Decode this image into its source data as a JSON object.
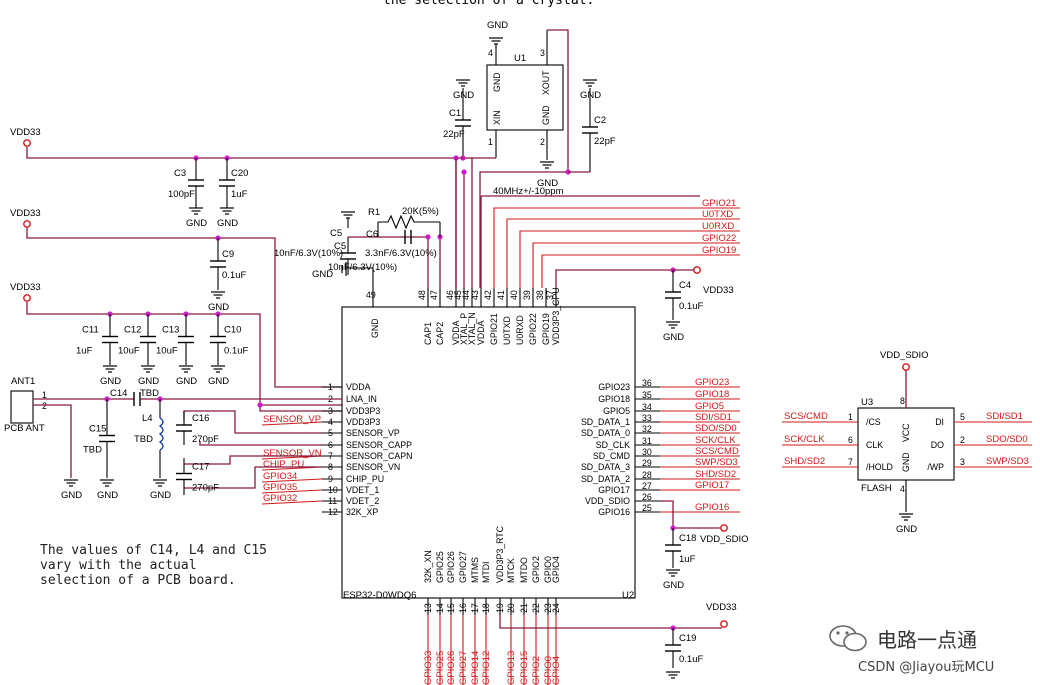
{
  "header_note": "the selection of a crystal.",
  "supplies": {
    "vdd33": "VDD33",
    "vdd_sdio": "VDD_SDIO",
    "gnd": "GND"
  },
  "crystal": {
    "ref": "U1",
    "pins": [
      "GND",
      "XOUT",
      "XIN",
      "GND"
    ],
    "pin_nums": [
      "4",
      "3",
      "1",
      "2"
    ],
    "spec": "40MHz+/-10ppm"
  },
  "caps": {
    "c1": {
      "ref": "C1",
      "value": "22pF"
    },
    "c2": {
      "ref": "C2",
      "value": "22pF"
    },
    "c3": {
      "ref": "C3",
      "value": "100pF"
    },
    "c20": {
      "ref": "C20",
      "value": "1uF"
    },
    "c9": {
      "ref": "C9",
      "value": "0.1uF"
    },
    "c11": {
      "ref": "C11",
      "value": "1uF"
    },
    "c12": {
      "ref": "C12",
      "value": "10uF"
    },
    "c13": {
      "ref": "C13",
      "value": "10uF"
    },
    "c10": {
      "ref": "C10",
      "value": "0.1uF"
    },
    "c5": {
      "ref": "C5",
      "value": "10nF/6.3V(10%)"
    },
    "c6": {
      "ref": "C6",
      "value": "3.3nF/6.3V(10%)"
    },
    "c4": {
      "ref": "C4",
      "value": "0.1uF"
    },
    "c14": {
      "ref": "C14",
      "value": "TBD"
    },
    "c15": {
      "ref": "C15",
      "value": "TBD"
    },
    "c16": {
      "ref": "C16",
      "value": "270pF"
    },
    "c17": {
      "ref": "C17",
      "value": "270pF"
    },
    "c18": {
      "ref": "C18",
      "value": "1uF"
    },
    "c19": {
      "ref": "C19",
      "value": "0.1uF"
    }
  },
  "resistor": {
    "ref": "R1",
    "value": "20K(5%)"
  },
  "inductor": {
    "ref": "L4",
    "value": "TBD"
  },
  "antenna": {
    "ref": "ANT1",
    "label": "PCB ANT",
    "pins": [
      "1",
      "2"
    ]
  },
  "esp32": {
    "part": "ESP32-D0WDQ6",
    "ref": "U2",
    "gnd_pin": {
      "num": "49",
      "name": "GND"
    },
    "top_pins": [
      {
        "num": "48",
        "name": "CAP1"
      },
      {
        "num": "47",
        "name": "CAP2"
      },
      {
        "num": "46",
        "name": "VDDA"
      },
      {
        "num": "45",
        "name": "XTAL_P"
      },
      {
        "num": "44",
        "name": "XTAL_N"
      },
      {
        "num": "43",
        "name": "VDDA"
      },
      {
        "num": "42",
        "name": "GPIO21"
      },
      {
        "num": "41",
        "name": "U0TXD"
      },
      {
        "num": "40",
        "name": "U0RXD"
      },
      {
        "num": "39",
        "name": "GPIO22"
      },
      {
        "num": "38",
        "name": "GPIO19"
      },
      {
        "num": "37",
        "name": "VDD3P3_CPU"
      }
    ],
    "left_pins": [
      {
        "num": "1",
        "name": "VDDA"
      },
      {
        "num": "2",
        "name": "LNA_IN"
      },
      {
        "num": "3",
        "name": "VDD3P3"
      },
      {
        "num": "4",
        "name": "VDD3P3"
      },
      {
        "num": "5",
        "name": "SENSOR_VP"
      },
      {
        "num": "6",
        "name": "SENSOR_CAPP"
      },
      {
        "num": "7",
        "name": "SENSOR_CAPN"
      },
      {
        "num": "8",
        "name": "SENSOR_VN"
      },
      {
        "num": "9",
        "name": "CHIP_PU"
      },
      {
        "num": "10",
        "name": "VDET_1"
      },
      {
        "num": "11",
        "name": "VDET_2"
      },
      {
        "num": "12",
        "name": "32K_XP"
      }
    ],
    "right_pins": [
      {
        "num": "36",
        "name": "GPIO23"
      },
      {
        "num": "35",
        "name": "GPIO18"
      },
      {
        "num": "34",
        "name": "GPIO5"
      },
      {
        "num": "33",
        "name": "SD_DATA_1"
      },
      {
        "num": "32",
        "name": "SD_DATA_0"
      },
      {
        "num": "31",
        "name": "SD_CLK"
      },
      {
        "num": "30",
        "name": "SD_CMD"
      },
      {
        "num": "29",
        "name": "SD_DATA_3"
      },
      {
        "num": "28",
        "name": "SD_DATA_2"
      },
      {
        "num": "27",
        "name": "GPIO17"
      },
      {
        "num": "26",
        "name": "VDD_SDIO"
      },
      {
        "num": "25",
        "name": "GPIO16"
      }
    ],
    "bottom_pins": [
      {
        "num": "13",
        "name": "32K_XN"
      },
      {
        "num": "14",
        "name": "GPIO25"
      },
      {
        "num": "15",
        "name": "GPIO26"
      },
      {
        "num": "16",
        "name": "GPIO27"
      },
      {
        "num": "17",
        "name": "MTMS"
      },
      {
        "num": "18",
        "name": "MTDI"
      },
      {
        "num": "19",
        "name": "VDD3P3_RTC"
      },
      {
        "num": "20",
        "name": "MTCK"
      },
      {
        "num": "21",
        "name": "MTDO"
      },
      {
        "num": "22",
        "name": "GPIO2"
      },
      {
        "num": "23",
        "name": "GPIO0"
      },
      {
        "num": "24",
        "name": "GPIO4"
      }
    ]
  },
  "nets": {
    "top": [
      "GPIO21",
      "U0TXD",
      "U0RXD",
      "GPIO22",
      "GPIO19"
    ],
    "right": [
      "GPIO23",
      "GPIO18",
      "GPIO5",
      "SDI/SD1",
      "SDO/SD0",
      "SCK/CLK",
      "SCS/CMD",
      "SWP/SD3",
      "SHD/SD2",
      "GPIO17",
      "GPIO16"
    ],
    "left": [
      "SENSOR_VP",
      "SENSOR_VN",
      "CHIP_PU",
      "GPIO34",
      "GPIO35",
      "GPIO32"
    ],
    "bottom": [
      "GPIO33",
      "GPIO25",
      "GPIO26",
      "GPIO27",
      "GPIO14",
      "GPIO12",
      "GPIO13",
      "GPIO15",
      "GPIO2",
      "GPIO0",
      "GPIO4"
    ]
  },
  "flash": {
    "ref": "U3",
    "label": "FLASH",
    "left_pins": [
      {
        "num": "1",
        "name": "/CS",
        "net": "SCS/CMD"
      },
      {
        "num": "6",
        "name": "CLK",
        "net": "SCK/CLK"
      },
      {
        "num": "7",
        "name": "/HOLD",
        "net": "SHD/SD2"
      }
    ],
    "right_pins": [
      {
        "num": "5",
        "name": "DI",
        "net": "SDI/SD1"
      },
      {
        "num": "2",
        "name": "DO",
        "net": "SDO/SD0"
      },
      {
        "num": "3",
        "name": "/WP",
        "net": "SWP/SD3"
      }
    ],
    "vcc": {
      "num": "8",
      "name": "VCC"
    },
    "gnd": {
      "num": "4",
      "name": "GND"
    }
  },
  "note_text": "The values of C14, L4 and C15\nvary with the actual\nselection of a PCB board.",
  "watermark": {
    "brand": "电路一点通",
    "credit": "CSDN @Jiayou玩MCU"
  }
}
